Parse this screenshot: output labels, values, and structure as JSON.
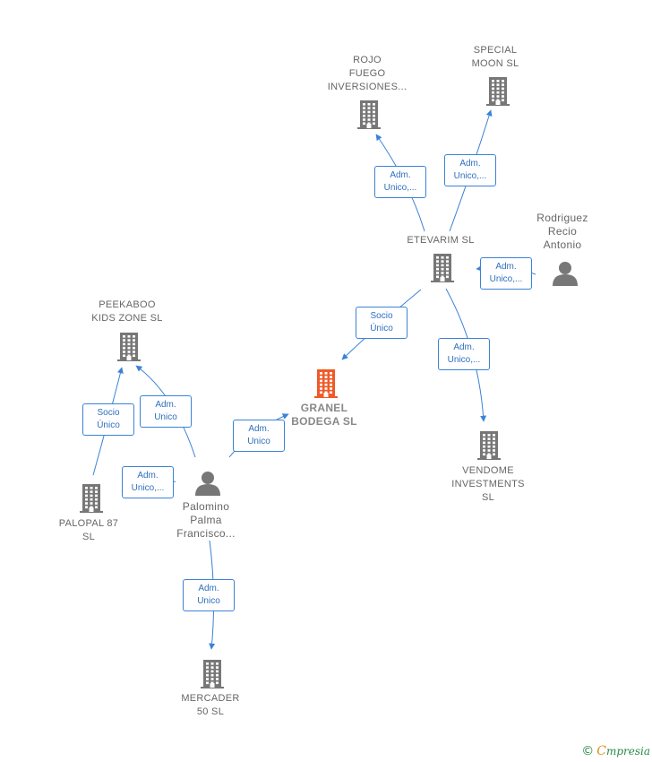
{
  "colors": {
    "edge": "#3b82d6",
    "node": "#777777",
    "highlight": "#f05a28",
    "text": "#666666"
  },
  "nodes": [
    {
      "id": "rojo",
      "kind": "company",
      "label": [
        "ROJO",
        "FUEGO",
        "INVERSIONES..."
      ]
    },
    {
      "id": "special",
      "kind": "company",
      "label": [
        "SPECIAL",
        "MOON  SL"
      ]
    },
    {
      "id": "etevarim",
      "kind": "company",
      "label": [
        "ETEVARIM  SL"
      ]
    },
    {
      "id": "rodriguez",
      "kind": "person",
      "label": [
        "Rodriguez",
        "Recio",
        "Antonio"
      ]
    },
    {
      "id": "peekaboo",
      "kind": "company",
      "label": [
        "PEEKABOO",
        "KIDS ZONE  SL"
      ]
    },
    {
      "id": "granel",
      "kind": "main",
      "label": [
        "GRANEL",
        "BODEGA  SL"
      ]
    },
    {
      "id": "vendome",
      "kind": "company",
      "label": [
        "VENDOME",
        "INVESTMENTS",
        "SL"
      ]
    },
    {
      "id": "palopal",
      "kind": "company",
      "label": [
        "PALOPAL 87",
        "SL"
      ]
    },
    {
      "id": "palomino",
      "kind": "person",
      "label": [
        "Palomino",
        "Palma",
        "Francisco..."
      ]
    },
    {
      "id": "mercader",
      "kind": "company",
      "label": [
        "MERCADER",
        "50  SL"
      ]
    }
  ],
  "edges": [
    {
      "id": "e1",
      "from": "etevarim",
      "to": "rojo",
      "label": [
        "Adm.",
        "Unico,..."
      ]
    },
    {
      "id": "e2",
      "from": "etevarim",
      "to": "special",
      "label": [
        "Adm.",
        "Unico,..."
      ]
    },
    {
      "id": "e3",
      "from": "rodriguez",
      "to": "etevarim",
      "label": [
        "Adm.",
        "Unico,..."
      ]
    },
    {
      "id": "e4",
      "from": "etevarim",
      "to": "granel",
      "label": [
        "Socio",
        "Único"
      ]
    },
    {
      "id": "e5",
      "from": "etevarim",
      "to": "vendome",
      "label": [
        "Adm.",
        "Unico,..."
      ]
    },
    {
      "id": "e6",
      "from": "palomino",
      "to": "granel",
      "label": [
        "Adm.",
        "Unico"
      ]
    },
    {
      "id": "e7",
      "from": "palomino",
      "to": "peekaboo",
      "label": [
        "Adm.",
        "Unico"
      ]
    },
    {
      "id": "e8",
      "from": "palopal",
      "to": "peekaboo",
      "label": [
        "Socio",
        "Único"
      ]
    },
    {
      "id": "e9",
      "from": "palomino",
      "to": "palopal",
      "label": [
        "Adm.",
        "Unico,..."
      ]
    },
    {
      "id": "e10",
      "from": "palomino",
      "to": "mercader",
      "label": [
        "Adm.",
        "Unico"
      ]
    }
  ],
  "footer": {
    "copyright": "©",
    "brand_first": "C",
    "brand_rest": "mpresia"
  }
}
